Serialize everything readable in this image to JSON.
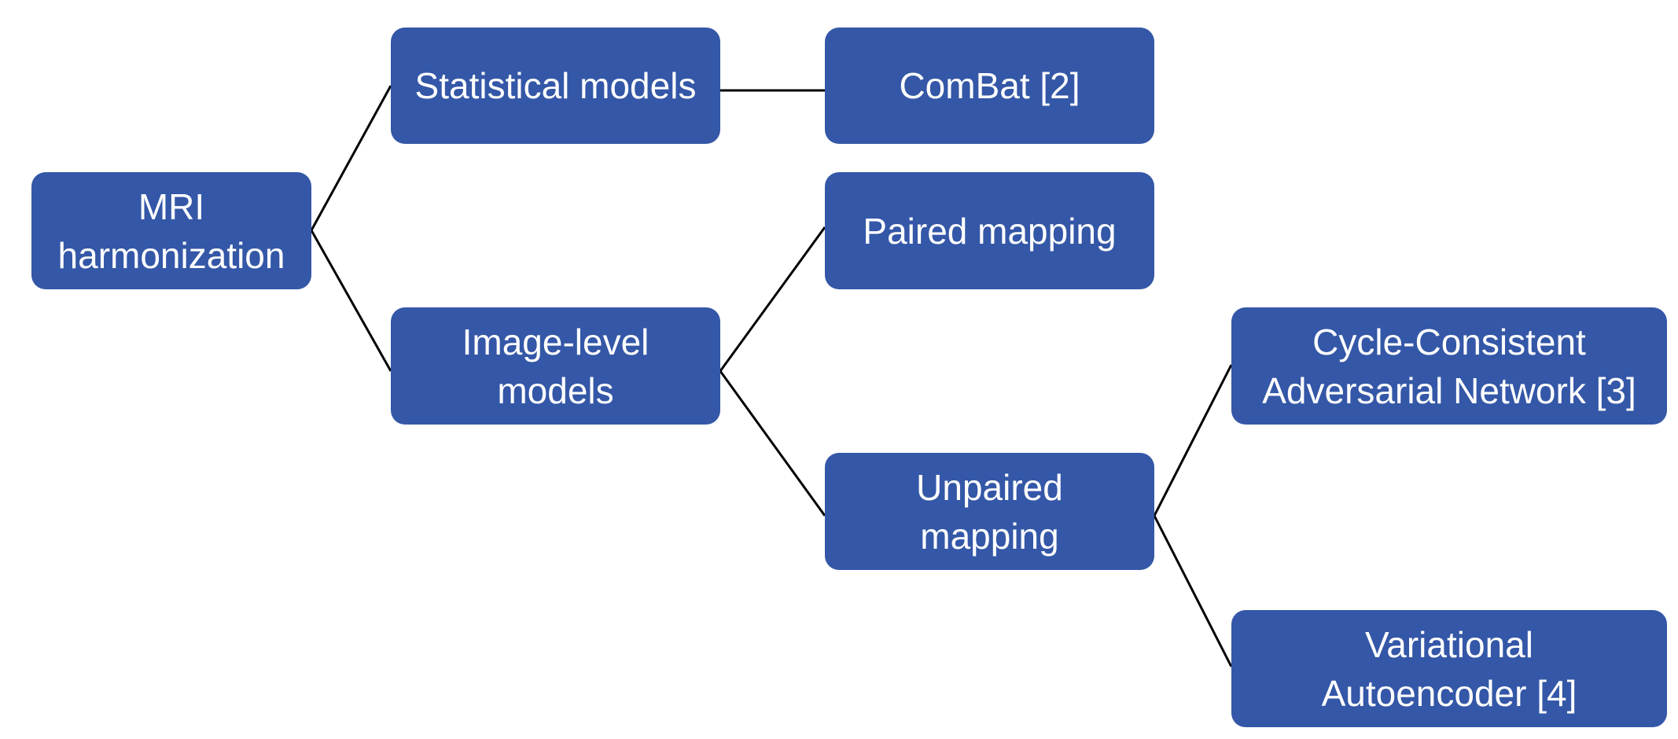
{
  "diagram": {
    "nodes": {
      "root": "MRI\nharmonization",
      "statistical": "Statistical models",
      "image_level": "Image-level\nmodels",
      "combat": "ComBat [2]",
      "paired": "Paired mapping",
      "unpaired": "Unpaired\nmapping",
      "cyclegan": "Cycle-Consistent\nAdversarial Network [3]",
      "vae": "Variational\nAutoencoder [4]"
    },
    "edges": [
      [
        "root",
        "statistical"
      ],
      [
        "root",
        "image_level"
      ],
      [
        "statistical",
        "combat"
      ],
      [
        "image_level",
        "paired"
      ],
      [
        "image_level",
        "unpaired"
      ],
      [
        "unpaired",
        "cyclegan"
      ],
      [
        "unpaired",
        "vae"
      ]
    ],
    "colors": {
      "node_fill": "#3457a7",
      "node_text": "#ffffff",
      "edge": "#000000"
    }
  }
}
